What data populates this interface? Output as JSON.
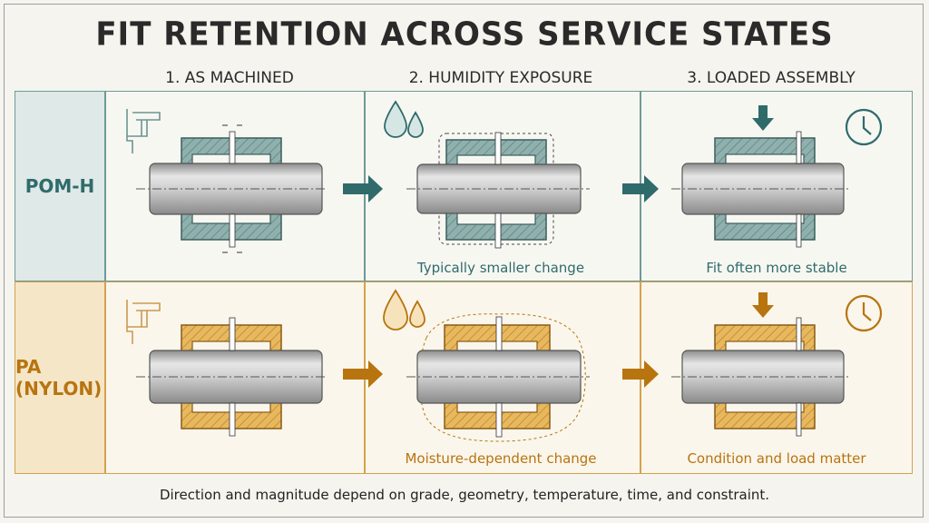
{
  "title": "FIT RETENTION ACROSS SERVICE STATES",
  "columns": [
    "1. AS MACHINED",
    "2. HUMIDITY EXPOSURE",
    "3. LOADED ASSEMBLY"
  ],
  "rows": [
    {
      "label": "POM-H",
      "color": "#2f6b6b",
      "fill": "#8fb0ad",
      "bg": "#e3ecea",
      "captions": [
        "",
        "Typically smaller change",
        "Fit often more stable"
      ]
    },
    {
      "label": "PA (NYLON)",
      "color": "#b8740f",
      "fill": "#e8b85e",
      "bg": "#f6e9cf",
      "captions": [
        "",
        "Moisture-dependent change",
        "Condition and load matter"
      ]
    }
  ],
  "footer": "Direction and magnitude depend on grade, geometry, temperature, time, and constraint.",
  "icons": [
    "caliper-icon",
    "water-drops-icon",
    "load-arrow-icon",
    "clock-icon",
    "flow-arrow-icon"
  ]
}
